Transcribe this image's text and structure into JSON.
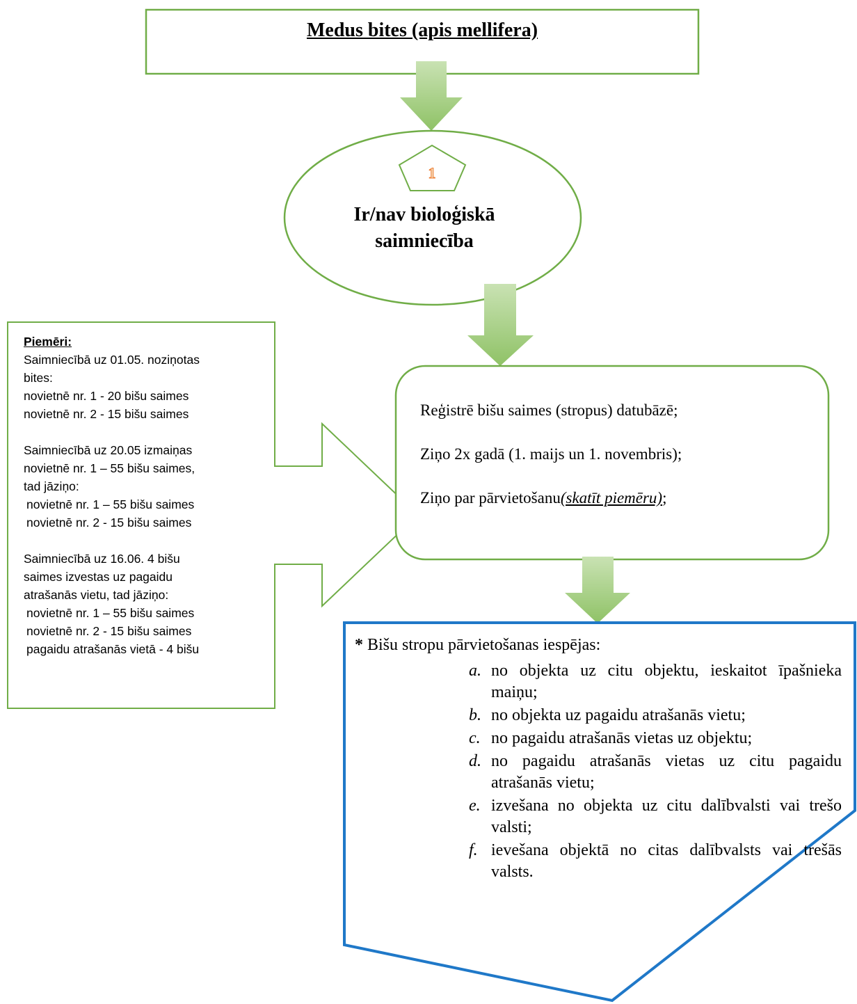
{
  "title": "Medus bites (apis mellifera)",
  "badge_number": "1",
  "decision": {
    "line1": "Ir/nav bioloģiskā",
    "line2": "saimniecība"
  },
  "examples": {
    "heading": "Piemēri:",
    "block1": [
      "Saimniecībā uz 01.05. noziņotas",
      "bites:",
      "novietnē nr. 1 - 20 bišu saimes",
      "novietnē nr. 2 - 15 bišu saimes"
    ],
    "block2": [
      "Saimniecībā uz 20.05 izmaiņas",
      "novietnē nr. 1 – 55 bišu saimes,",
      "tad jāziņo:",
      "novietnē nr. 1 – 55 bišu saimes",
      "novietnē nr. 2 - 15 bišu saimes"
    ],
    "block3": [
      "Saimniecībā uz 16.06. 4 bišu",
      "saimes izvestas uz  pagaidu",
      "atrašanās vietu, tad jāziņo:",
      "novietnē nr. 1 – 55 bišu saimes",
      "novietnē nr. 2 - 15 bišu saimes",
      "pagaidu atrašanās vietā - 4 bišu"
    ]
  },
  "steps": {
    "register": "Reģistrē bišu saimes (stropus) datubāzē;",
    "report": "Ziņo 2x gadā (1. maijs un 1. novembris);",
    "movement_prefix": "Ziņo par pārvietošanu",
    "movement_link": "(skatīt piemēru)",
    "movement_suffix": ";"
  },
  "options": {
    "asterisk": "*",
    "heading": "Bišu stropu pārvietošanas iespējas:",
    "items": [
      {
        "marker": "a.",
        "text": "no objekta uz citu objektu, ieskaitot īpašnieka maiņu;"
      },
      {
        "marker": "b.",
        "text": "no objekta uz pagaidu atrašanās vietu;"
      },
      {
        "marker": "c.",
        "text": "no pagaidu atrašanās vietas uz objektu;"
      },
      {
        "marker": "d.",
        "text": "no pagaidu atrašanās vietas uz citu pagaidu atrašanās vietu;"
      },
      {
        "marker": "e.",
        "text": "izvešana no objekta uz citu dalībvalsti vai trešo valsti;"
      },
      {
        "marker": "f.",
        "text": "ievešana objektā no citas dalībvalsts vai trešās valsts."
      }
    ]
  },
  "colors": {
    "green_border": "#70ad47",
    "arrow_fill": "#a9d18e",
    "blue_border": "#1f78c8",
    "badge_number": "#ed7d31"
  }
}
